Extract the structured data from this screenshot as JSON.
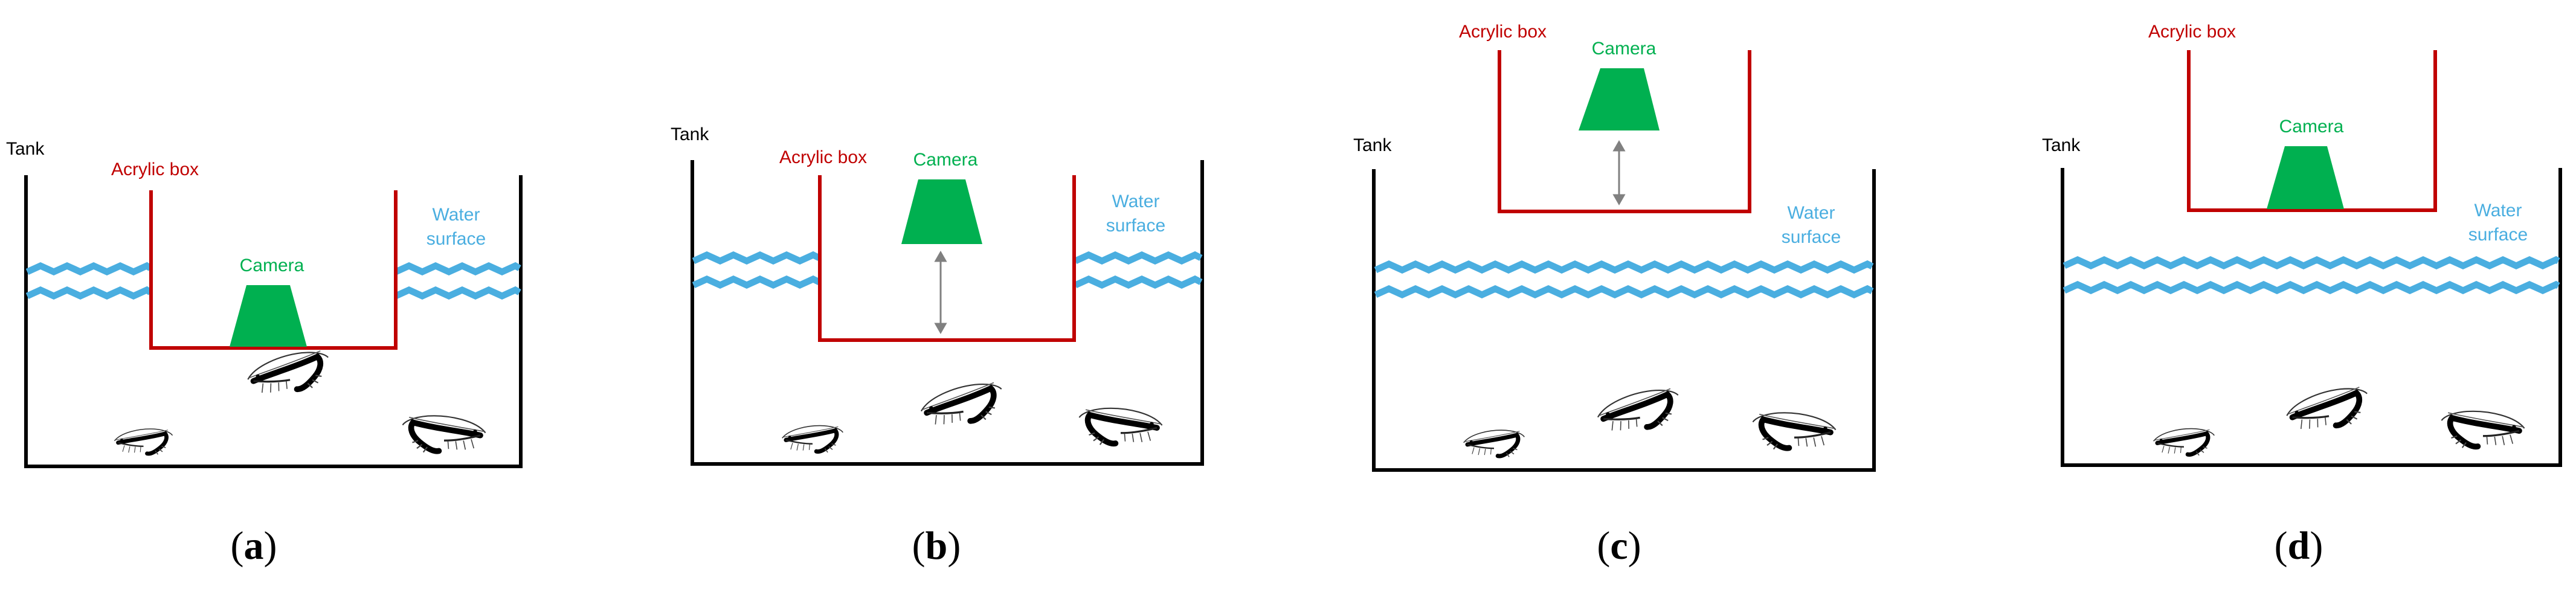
{
  "colors": {
    "tank": "#000000",
    "acrylic_box": "#c00000",
    "camera": "#00b050",
    "water": "#4aaee0",
    "arrow": "#808080"
  },
  "panels": [
    {
      "id": "a",
      "caption_open": "(",
      "caption_letter": "a",
      "caption_close": ")",
      "tank_label": "Tank",
      "box_label": "Acrylic box",
      "camera_label": "Camera",
      "water_label_line1": "Water",
      "water_label_line2": "surface"
    },
    {
      "id": "b",
      "caption_open": "(",
      "caption_letter": "b",
      "caption_close": ")",
      "tank_label": "Tank",
      "box_label": "Acrylic box",
      "camera_label": "Camera",
      "water_label_line1": "Water",
      "water_label_line2": "surface"
    },
    {
      "id": "c",
      "caption_open": "(",
      "caption_letter": "c",
      "caption_close": ")",
      "tank_label": "Tank",
      "box_label": "Acrylic box",
      "camera_label": "Camera",
      "water_label_line1": "Water",
      "water_label_line2": "surface"
    },
    {
      "id": "d",
      "caption_open": "(",
      "caption_letter": "d",
      "caption_close": ")",
      "tank_label": "Tank",
      "box_label": "Acrylic box",
      "camera_label": "Camera",
      "water_label_line1": "Water",
      "water_label_line2": "surface"
    }
  ]
}
